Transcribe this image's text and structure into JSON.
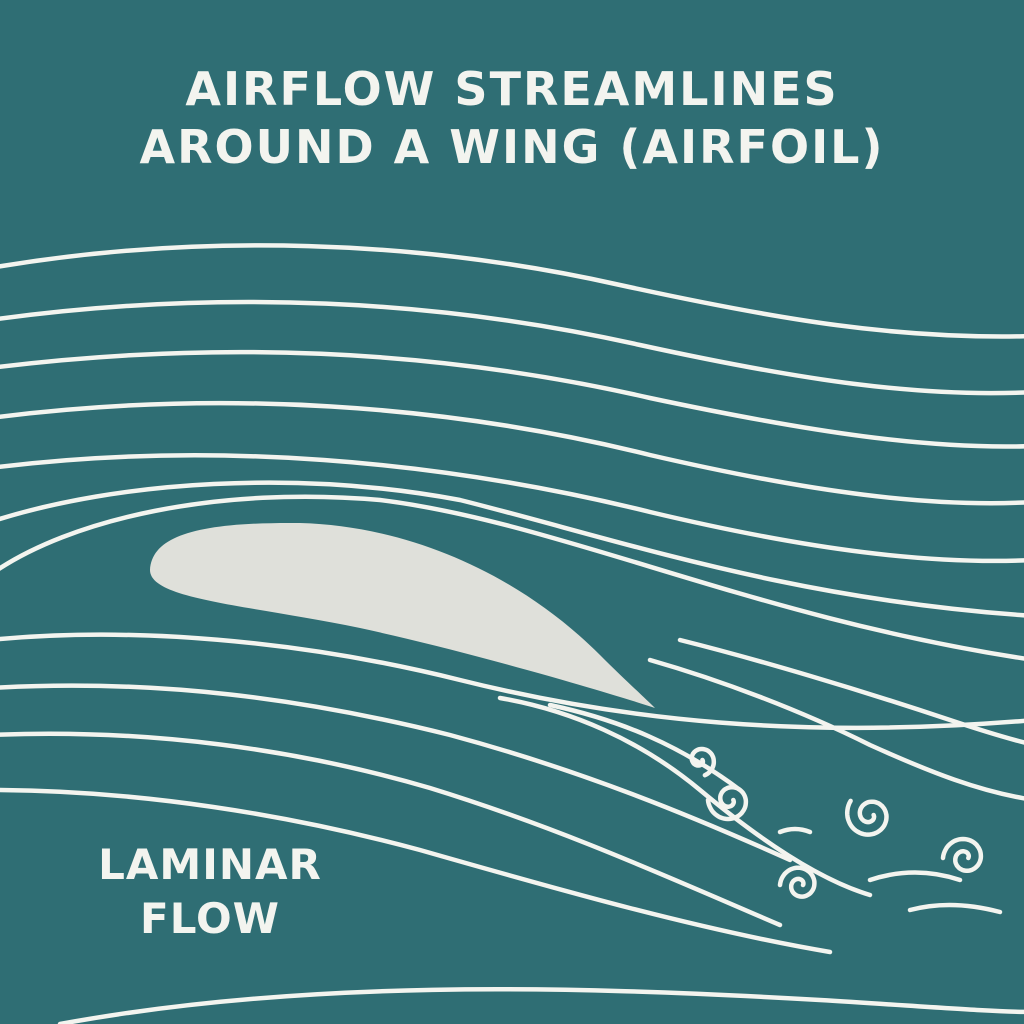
{
  "title": {
    "line1": "AIRFLOW STREAMLINES",
    "line2": "AROUND A WING (AIRFOIL)"
  },
  "annotation": {
    "line1": "LAMINAR",
    "line2": "FLOW"
  },
  "colors": {
    "background": "#2f6e74",
    "streamline": "#f3f4ef",
    "airfoil": "#dfe0da"
  }
}
